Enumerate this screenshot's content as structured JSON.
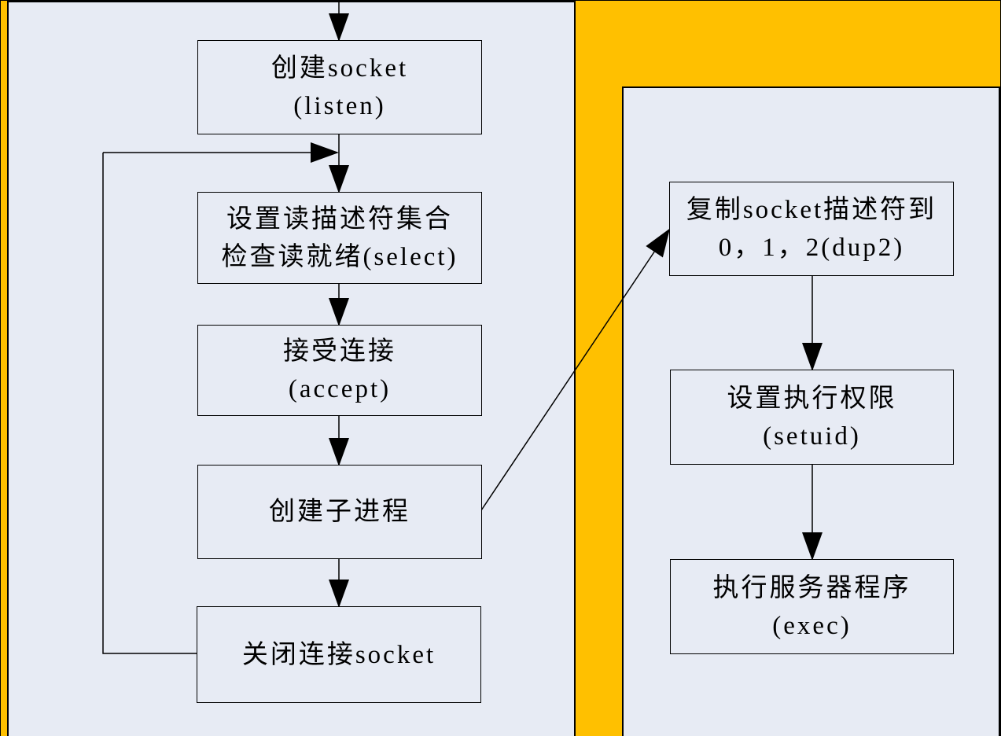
{
  "colors": {
    "panel_bg": "#E7EBF4",
    "accent_orange": "#FFC000",
    "line_color": "#000000"
  },
  "diagram": {
    "type": "flowchart",
    "left_flow": {
      "boxes": [
        {
          "id": "create-socket-listen",
          "line1": "创建socket",
          "line2": "(listen)"
        },
        {
          "id": "select-readset",
          "line1": "设置读描述符集合",
          "line2": "检查读就绪(select)"
        },
        {
          "id": "accept-connection",
          "line1": "接受连接",
          "line2": "(accept)"
        },
        {
          "id": "create-child-process",
          "line1": "创建子进程",
          "line2": ""
        },
        {
          "id": "close-connected-socket",
          "line1": "关闭连接socket",
          "line2": ""
        }
      ]
    },
    "right_flow": {
      "boxes": [
        {
          "id": "dup2-socket-descriptors",
          "line1": "复制socket描述符到",
          "line2": "0，1，2(dup2)"
        },
        {
          "id": "setuid-permissions",
          "line1": "设置执行权限",
          "line2": "(setuid)"
        },
        {
          "id": "exec-server-program",
          "line1": "执行服务器程序",
          "line2": "(exec)"
        }
      ]
    },
    "connections": [
      {
        "from": "top-edge",
        "to": "create-socket-listen",
        "style": "arrow-down"
      },
      {
        "from": "create-socket-listen",
        "to": "select-readset",
        "style": "arrow-down"
      },
      {
        "from": "close-connected-socket",
        "to": "create-socket-listen-to-select-junction",
        "style": "loop-left-up-right-arrow"
      },
      {
        "from": "select-readset",
        "to": "accept-connection",
        "style": "arrow-down"
      },
      {
        "from": "accept-connection",
        "to": "create-child-process",
        "style": "arrow-down"
      },
      {
        "from": "create-child-process",
        "to": "close-connected-socket",
        "style": "arrow-down"
      },
      {
        "from": "create-child-process",
        "to": "dup2-socket-descriptors",
        "style": "diagonal-arrow-up-right"
      },
      {
        "from": "dup2-socket-descriptors",
        "to": "setuid-permissions",
        "style": "arrow-down"
      },
      {
        "from": "setuid-permissions",
        "to": "exec-server-program",
        "style": "arrow-down"
      }
    ]
  }
}
